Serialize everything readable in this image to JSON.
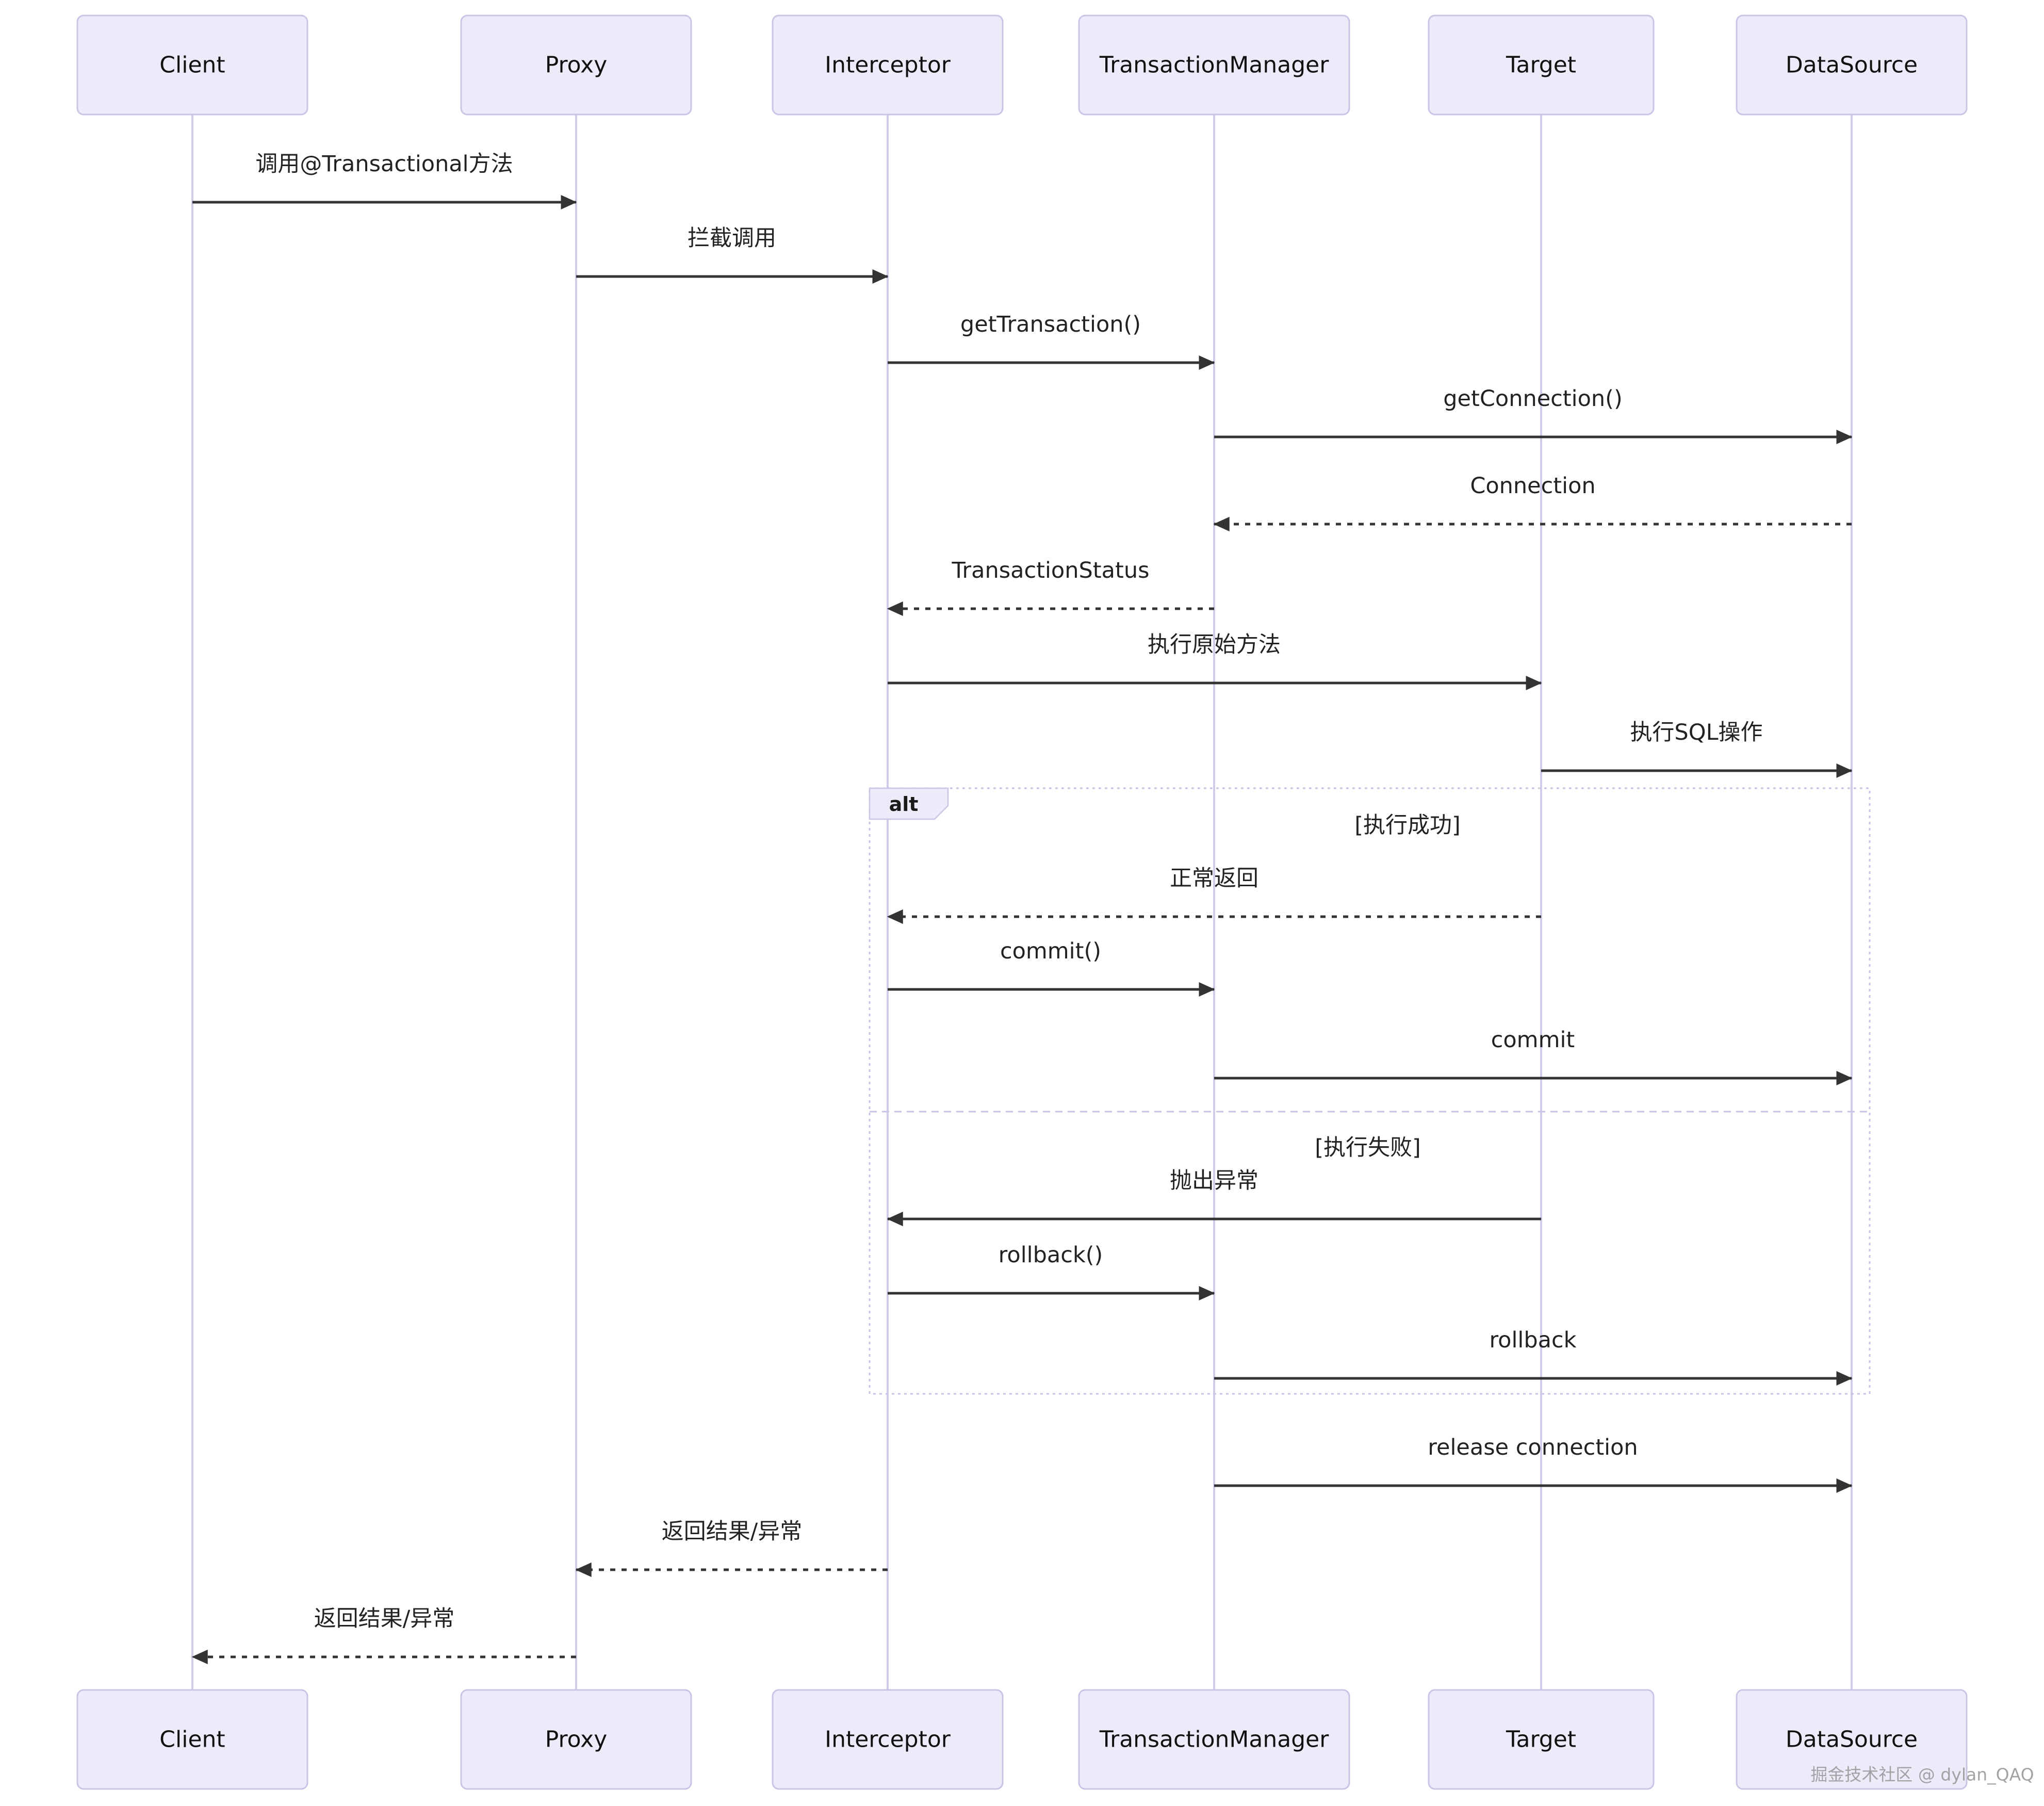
{
  "diagram": {
    "participants": [
      {
        "name": "Client"
      },
      {
        "name": "Proxy"
      },
      {
        "name": "Interceptor"
      },
      {
        "name": "TransactionManager"
      },
      {
        "name": "Target"
      },
      {
        "name": "DataSource"
      }
    ],
    "messages": [
      {
        "label": "调用@Transactional方法",
        "from": "Client",
        "to": "Proxy",
        "line": "solid"
      },
      {
        "label": "拦截调用",
        "from": "Proxy",
        "to": "Interceptor",
        "line": "solid"
      },
      {
        "label": "getTransaction()",
        "from": "Interceptor",
        "to": "TransactionManager",
        "line": "solid"
      },
      {
        "label": "getConnection()",
        "from": "TransactionManager",
        "to": "DataSource",
        "line": "solid"
      },
      {
        "label": "Connection",
        "from": "DataSource",
        "to": "TransactionManager",
        "line": "dashed"
      },
      {
        "label": "TransactionStatus",
        "from": "TransactionManager",
        "to": "Interceptor",
        "line": "dashed"
      },
      {
        "label": "执行原始方法",
        "from": "Interceptor",
        "to": "Target",
        "line": "solid"
      },
      {
        "label": "执行SQL操作",
        "from": "Target",
        "to": "DataSource",
        "line": "solid"
      },
      {
        "label": "正常返回",
        "from": "Target",
        "to": "Interceptor",
        "line": "dashed"
      },
      {
        "label": "commit()",
        "from": "Interceptor",
        "to": "TransactionManager",
        "line": "solid"
      },
      {
        "label": "commit",
        "from": "TransactionManager",
        "to": "DataSource",
        "line": "solid"
      },
      {
        "label": "抛出异常",
        "from": "Target",
        "to": "Interceptor",
        "line": "solid"
      },
      {
        "label": "rollback()",
        "from": "Interceptor",
        "to": "TransactionManager",
        "line": "solid"
      },
      {
        "label": "rollback",
        "from": "TransactionManager",
        "to": "DataSource",
        "line": "solid"
      },
      {
        "label": "release connection",
        "from": "TransactionManager",
        "to": "DataSource",
        "line": "solid"
      },
      {
        "label": "返回结果/异常",
        "from": "Interceptor",
        "to": "Proxy",
        "line": "dashed"
      },
      {
        "label": "返回结果/异常",
        "from": "Proxy",
        "to": "Client",
        "line": "dashed"
      }
    ],
    "alt_frame": {
      "label": "alt",
      "conditions": [
        "[执行成功]",
        "[执行失败]"
      ]
    },
    "watermark": "掘金技术社区 @ dylan_QAQ",
    "colors": {
      "background": "#ffffff",
      "actor_fill": "#ecebf9",
      "actor_border": "#c9c5e6",
      "lifeline": "#cfcbe8",
      "arrow": "#333333",
      "frame_border": "#c8c3e6",
      "text": "#222222",
      "watermark": "#9a9a9a"
    }
  }
}
